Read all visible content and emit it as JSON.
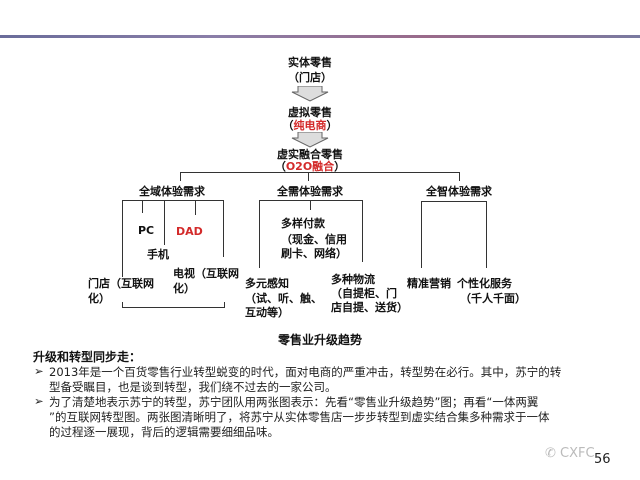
{
  "diagram": {
    "stage1": {
      "title": "实体零售",
      "sub": "（门店）"
    },
    "stage2": {
      "title": "虚拟零售",
      "sub_open": "（",
      "sub_red": "纯电商",
      "sub_close": "）"
    },
    "stage3": {
      "title": "虚实融合零售",
      "sub_open": "（",
      "sub_red": "O2O融合",
      "sub_close": "）"
    },
    "branch1": {
      "title": "全域体验需求",
      "pc": "PC",
      "dad": "DAD",
      "phone": "手机",
      "tv1": "电视（互联网",
      "tv2": "化）",
      "store1": "门店（互联网",
      "store2": "化）"
    },
    "branch2": {
      "title": "全需体验需求",
      "pay1": "多样付款",
      "pay2": "（现金、信用",
      "pay3": "刷卡、网络）",
      "sense1": "多元感知",
      "sense2": "（试、听、触、",
      "sense3": "互动等）",
      "log1": "多种物流",
      "log2": "（自提柜、门",
      "log3": "店自提、送货）"
    },
    "branch3": {
      "title": "全智体验需求",
      "mkt": "精准营销",
      "svc1": "个性化服务",
      "svc2": "（千人千面）"
    },
    "caption": "零售业升级趋势"
  },
  "body": {
    "heading": "升级和转型同步走：",
    "bullets": [
      {
        "l1": "2013年是一个百货零售行业转型蜕变的时代，面对电商的严重冲击，转型势在必行。其中，苏宁的转",
        "l2": "型备受瞩目，也是谈到转型，我们绕不过去的一家公司。"
      },
      {
        "l1": "为了清楚地表示苏宁的转型，苏宁团队用两张图表示：先看“零售业升级趋势”图；再看“一体两翼",
        "l2": "”的互联网转型图。两张图清晰明了，将苏宁从实体零售店一步步转型到虚实结合集多种需求于一体",
        "l3": "的过程逐一展现，背后的逻辑需要细细品味。"
      }
    ],
    "bullet_glyph": "➢"
  },
  "watermark": "CXFC",
  "page_number": "56"
}
